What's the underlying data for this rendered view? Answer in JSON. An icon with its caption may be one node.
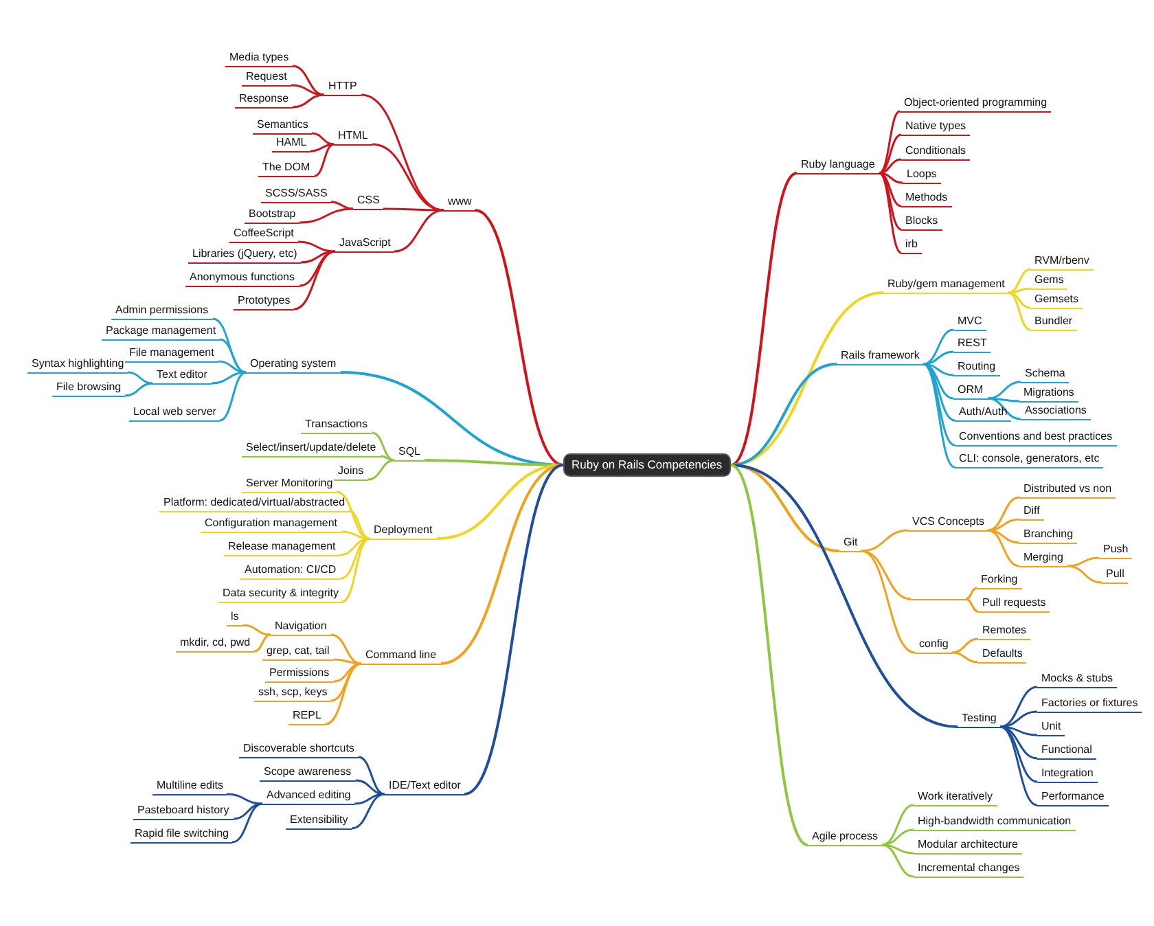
{
  "diagram": {
    "nodes": [
      {
        "text": [
          "Ruby on Rails Competencies"
        ]
      },
      {
        "text": [
          "www"
        ]
      },
      {
        "text": [
          "HTTP"
        ]
      },
      {
        "text": [
          "Media types"
        ]
      },
      {
        "text": [
          "Request"
        ]
      },
      {
        "text": [
          "Response"
        ]
      },
      {
        "text": [
          "HTML"
        ]
      },
      {
        "text": [
          "Semantics"
        ]
      },
      {
        "text": [
          "HAML"
        ]
      },
      {
        "text": [
          "The DOM"
        ]
      },
      {
        "text": [
          "CSS"
        ]
      },
      {
        "text": [
          "SCSS/SASS"
        ]
      },
      {
        "text": [
          "Bootstrap"
        ]
      },
      {
        "text": [
          "JavaScript"
        ]
      },
      {
        "text": [
          "CoffeeScript"
        ]
      },
      {
        "text": [
          "Libraries (jQuery, etc)"
        ]
      },
      {
        "text": [
          "Anonymous functions"
        ]
      },
      {
        "text": [
          "Prototypes"
        ]
      },
      {
        "text": [
          "Operating system"
        ]
      },
      {
        "text": [
          "Admin permissions"
        ]
      },
      {
        "text": [
          "Package management"
        ]
      },
      {
        "text": [
          "File management"
        ]
      },
      {
        "text": [
          "Text editor"
        ]
      },
      {
        "text": [
          "Syntax highlighting"
        ]
      },
      {
        "text": [
          "File browsing"
        ]
      },
      {
        "text": [
          "Local web server"
        ]
      },
      {
        "text": [
          "SQL"
        ]
      },
      {
        "text": [
          "Transactions"
        ]
      },
      {
        "text": [
          "Select/insert/update/delete"
        ]
      },
      {
        "text": [
          "Joins"
        ]
      },
      {
        "text": [
          "Deployment"
        ]
      },
      {
        "text": [
          "Server Monitoring"
        ]
      },
      {
        "text": [
          "Platform: dedicated/virtual/abstracted"
        ]
      },
      {
        "text": [
          "Configuration management"
        ]
      },
      {
        "text": [
          "Release management"
        ]
      },
      {
        "text": [
          "Automation: CI/CD"
        ]
      },
      {
        "text": [
          "Data security & integrity"
        ]
      },
      {
        "text": [
          "Command line"
        ]
      },
      {
        "text": [
          "Navigation"
        ]
      },
      {
        "text": [
          "ls"
        ]
      },
      {
        "text": [
          "mkdir, cd, pwd"
        ]
      },
      {
        "text": [
          "grep, cat, tail"
        ]
      },
      {
        "text": [
          "Permissions"
        ]
      },
      {
        "text": [
          "ssh, scp, keys"
        ]
      },
      {
        "text": [
          "REPL"
        ]
      },
      {
        "text": [
          "IDE/Text editor"
        ]
      },
      {
        "text": [
          "Discoverable shortcuts"
        ]
      },
      {
        "text": [
          "Scope awareness"
        ]
      },
      {
        "text": [
          "Advanced editing"
        ]
      },
      {
        "text": [
          "Multiline edits"
        ]
      },
      {
        "text": [
          "Pasteboard history"
        ]
      },
      {
        "text": [
          "Rapid file switching"
        ]
      },
      {
        "text": [
          "Extensibility"
        ]
      },
      {
        "text": [
          "Ruby language"
        ]
      },
      {
        "text": [
          "Object-oriented programming"
        ]
      },
      {
        "text": [
          "Native types"
        ]
      },
      {
        "text": [
          "Conditionals"
        ]
      },
      {
        "text": [
          "Loops"
        ]
      },
      {
        "text": [
          "Methods"
        ]
      },
      {
        "text": [
          "Blocks"
        ]
      },
      {
        "text": [
          "irb"
        ]
      },
      {
        "text": [
          "Ruby/gem management"
        ]
      },
      {
        "text": [
          "RVM/rbenv"
        ]
      },
      {
        "text": [
          "Gems"
        ]
      },
      {
        "text": [
          "Gemsets"
        ]
      },
      {
        "text": [
          "Bundler"
        ]
      },
      {
        "text": [
          "Rails framework"
        ]
      },
      {
        "text": [
          "MVC"
        ]
      },
      {
        "text": [
          "REST"
        ]
      },
      {
        "text": [
          "Routing"
        ]
      },
      {
        "text": [
          "ORM"
        ]
      },
      {
        "text": [
          "Schema"
        ]
      },
      {
        "text": [
          "Migrations"
        ]
      },
      {
        "text": [
          "Associations"
        ]
      },
      {
        "text": [
          "Auth/Auth"
        ]
      },
      {
        "text": [
          "Conventions and best practices"
        ]
      },
      {
        "text": [
          "CLI: console, generators, etc"
        ]
      },
      {
        "text": [
          "Git"
        ]
      },
      {
        "text": [
          "VCS Concepts"
        ]
      },
      {
        "text": [
          "Distributed vs non"
        ]
      },
      {
        "text": [
          "Diff"
        ]
      },
      {
        "text": [
          "Branching"
        ]
      },
      {
        "text": [
          "Merging"
        ]
      },
      {
        "text": [
          "Push"
        ]
      },
      {
        "text": [
          "Pull"
        ]
      },
      {
        "text": [],
        "shape": "line"
      },
      {
        "text": [
          "Forking"
        ]
      },
      {
        "text": [
          "Pull requests"
        ]
      },
      {
        "text": [
          "config"
        ]
      },
      {
        "text": [
          "Remotes"
        ]
      },
      {
        "text": [
          "Defaults"
        ]
      },
      {
        "text": [
          "Testing"
        ]
      },
      {
        "text": [
          "Mocks & stubs"
        ]
      },
      {
        "text": [
          "Factories or fixtures"
        ]
      },
      {
        "text": [
          "Unit"
        ]
      },
      {
        "text": [
          "Functional"
        ]
      },
      {
        "text": [
          "Integration"
        ]
      },
      {
        "text": [
          "Performance"
        ]
      },
      {
        "text": [
          "Agile process"
        ]
      },
      {
        "text": [
          "Work iteratively"
        ]
      },
      {
        "text": [
          "High-bandwidth communication"
        ]
      },
      {
        "text": [
          "Modular architecture"
        ]
      },
      {
        "text": [
          "Incremental changes"
        ]
      }
    ],
    "edges": [
      {
        "from": 0,
        "to": 1,
        "arrow": "none",
        "color": "#d0121a"
      },
      {
        "from": 1,
        "to": 2,
        "arrow": "none",
        "color": "#d0121a"
      },
      {
        "from": 2,
        "to": 3,
        "arrow": "none",
        "color": "#d0121a"
      },
      {
        "from": 2,
        "to": 4,
        "arrow": "none",
        "color": "#d0121a"
      },
      {
        "from": 2,
        "to": 5,
        "arrow": "none",
        "color": "#d0121a"
      },
      {
        "from": 1,
        "to": 6,
        "arrow": "none",
        "color": "#d0121a"
      },
      {
        "from": 6,
        "to": 7,
        "arrow": "none",
        "color": "#d0121a"
      },
      {
        "from": 6,
        "to": 8,
        "arrow": "none",
        "color": "#d0121a"
      },
      {
        "from": 6,
        "to": 9,
        "arrow": "none",
        "color": "#d0121a"
      },
      {
        "from": 1,
        "to": 10,
        "arrow": "none",
        "color": "#d0121a"
      },
      {
        "from": 10,
        "to": 11,
        "arrow": "none",
        "color": "#d0121a"
      },
      {
        "from": 10,
        "to": 12,
        "arrow": "none",
        "color": "#d0121a"
      },
      {
        "from": 1,
        "to": 13,
        "arrow": "none",
        "color": "#d0121a"
      },
      {
        "from": 13,
        "to": 14,
        "arrow": "none",
        "color": "#d0121a"
      },
      {
        "from": 13,
        "to": 15,
        "arrow": "none",
        "color": "#d0121a"
      },
      {
        "from": 13,
        "to": 16,
        "arrow": "none",
        "color": "#d0121a"
      },
      {
        "from": 13,
        "to": 17,
        "arrow": "none",
        "color": "#d0121a"
      },
      {
        "from": 0,
        "to": 18,
        "arrow": "none",
        "color": "#1fa3d4"
      },
      {
        "from": 18,
        "to": 19,
        "arrow": "none",
        "color": "#1fa3d4"
      },
      {
        "from": 18,
        "to": 20,
        "arrow": "none",
        "color": "#1fa3d4"
      },
      {
        "from": 18,
        "to": 21,
        "arrow": "none",
        "color": "#1fa3d4"
      },
      {
        "from": 18,
        "to": 22,
        "arrow": "none",
        "color": "#1fa3d4"
      },
      {
        "from": 22,
        "to": 23,
        "arrow": "none",
        "color": "#1fa3d4"
      },
      {
        "from": 22,
        "to": 24,
        "arrow": "none",
        "color": "#1fa3d4"
      },
      {
        "from": 18,
        "to": 25,
        "arrow": "none",
        "color": "#1fa3d4"
      },
      {
        "from": 0,
        "to": 26,
        "arrow": "none",
        "color": "#8dc63f"
      },
      {
        "from": 26,
        "to": 27,
        "arrow": "none",
        "color": "#8dc63f"
      },
      {
        "from": 26,
        "to": 28,
        "arrow": "none",
        "color": "#8dc63f"
      },
      {
        "from": 26,
        "to": 29,
        "arrow": "none",
        "color": "#8dc63f"
      },
      {
        "from": 0,
        "to": 30,
        "arrow": "none",
        "color": "#f0d51c"
      },
      {
        "from": 30,
        "to": 31,
        "arrow": "none",
        "color": "#f0d51c"
      },
      {
        "from": 30,
        "to": 32,
        "arrow": "none",
        "color": "#f0d51c"
      },
      {
        "from": 30,
        "to": 33,
        "arrow": "none",
        "color": "#f0d51c"
      },
      {
        "from": 30,
        "to": 34,
        "arrow": "none",
        "color": "#f0d51c"
      },
      {
        "from": 30,
        "to": 35,
        "arrow": "none",
        "color": "#f0d51c"
      },
      {
        "from": 30,
        "to": 36,
        "arrow": "none",
        "color": "#f0d51c"
      },
      {
        "from": 0,
        "to": 37,
        "arrow": "none",
        "color": "#f6a01a"
      },
      {
        "from": 37,
        "to": 38,
        "arrow": "none",
        "color": "#f6a01a"
      },
      {
        "from": 38,
        "to": 39,
        "arrow": "none",
        "color": "#f6a01a"
      },
      {
        "from": 38,
        "to": 40,
        "arrow": "none",
        "color": "#f6a01a"
      },
      {
        "from": 37,
        "to": 41,
        "arrow": "none",
        "color": "#f6a01a"
      },
      {
        "from": 37,
        "to": 42,
        "arrow": "none",
        "color": "#f6a01a"
      },
      {
        "from": 37,
        "to": 43,
        "arrow": "none",
        "color": "#f6a01a"
      },
      {
        "from": 37,
        "to": 44,
        "arrow": "none",
        "color": "#f6a01a"
      },
      {
        "from": 0,
        "to": 45,
        "arrow": "none",
        "color": "#1d4f9c"
      },
      {
        "from": 45,
        "to": 46,
        "arrow": "none",
        "color": "#1d4f9c"
      },
      {
        "from": 45,
        "to": 47,
        "arrow": "none",
        "color": "#1d4f9c"
      },
      {
        "from": 45,
        "to": 48,
        "arrow": "none",
        "color": "#1d4f9c"
      },
      {
        "from": 48,
        "to": 49,
        "arrow": "none",
        "color": "#1d4f9c"
      },
      {
        "from": 48,
        "to": 50,
        "arrow": "none",
        "color": "#1d4f9c"
      },
      {
        "from": 48,
        "to": 51,
        "arrow": "none",
        "color": "#1d4f9c"
      },
      {
        "from": 45,
        "to": 52,
        "arrow": "none",
        "color": "#1d4f9c"
      },
      {
        "from": 0,
        "to": 53,
        "arrow": "none",
        "color": "#d0121a"
      },
      {
        "from": 53,
        "to": 54,
        "arrow": "none",
        "color": "#d0121a"
      },
      {
        "from": 53,
        "to": 55,
        "arrow": "none",
        "color": "#d0121a"
      },
      {
        "from": 53,
        "to": 56,
        "arrow": "none",
        "color": "#d0121a"
      },
      {
        "from": 53,
        "to": 57,
        "arrow": "none",
        "color": "#d0121a"
      },
      {
        "from": 53,
        "to": 58,
        "arrow": "none",
        "color": "#d0121a"
      },
      {
        "from": 53,
        "to": 59,
        "arrow": "none",
        "color": "#d0121a"
      },
      {
        "from": 53,
        "to": 60,
        "arrow": "none",
        "color": "#d0121a"
      },
      {
        "from": 0,
        "to": 61,
        "arrow": "none",
        "color": "#f0d51c"
      },
      {
        "from": 61,
        "to": 62,
        "arrow": "none",
        "color": "#f0d51c"
      },
      {
        "from": 61,
        "to": 63,
        "arrow": "none",
        "color": "#f0d51c"
      },
      {
        "from": 61,
        "to": 64,
        "arrow": "none",
        "color": "#f0d51c"
      },
      {
        "from": 61,
        "to": 65,
        "arrow": "none",
        "color": "#f0d51c"
      },
      {
        "from": 0,
        "to": 66,
        "arrow": "none",
        "color": "#1fa3d4"
      },
      {
        "from": 66,
        "to": 67,
        "arrow": "none",
        "color": "#1fa3d4"
      },
      {
        "from": 66,
        "to": 68,
        "arrow": "none",
        "color": "#1fa3d4"
      },
      {
        "from": 66,
        "to": 69,
        "arrow": "none",
        "color": "#1fa3d4"
      },
      {
        "from": 66,
        "to": 70,
        "arrow": "none",
        "color": "#1fa3d4"
      },
      {
        "from": 70,
        "to": 71,
        "arrow": "none",
        "color": "#1fa3d4"
      },
      {
        "from": 70,
        "to": 72,
        "arrow": "none",
        "color": "#1fa3d4"
      },
      {
        "from": 70,
        "to": 73,
        "arrow": "none",
        "color": "#1fa3d4"
      },
      {
        "from": 66,
        "to": 74,
        "arrow": "none",
        "color": "#1fa3d4"
      },
      {
        "from": 66,
        "to": 75,
        "arrow": "none",
        "color": "#1fa3d4"
      },
      {
        "from": 66,
        "to": 76,
        "arrow": "none",
        "color": "#1fa3d4"
      },
      {
        "from": 0,
        "to": 77,
        "arrow": "none",
        "color": "#f6a01a"
      },
      {
        "from": 77,
        "to": 78,
        "arrow": "none",
        "color": "#f6a01a"
      },
      {
        "from": 78,
        "to": 79,
        "arrow": "none",
        "color": "#f6a01a"
      },
      {
        "from": 78,
        "to": 80,
        "arrow": "none",
        "color": "#f6a01a"
      },
      {
        "from": 78,
        "to": 81,
        "arrow": "none",
        "color": "#f6a01a"
      },
      {
        "from": 78,
        "to": 82,
        "arrow": "none",
        "color": "#f6a01a"
      },
      {
        "from": 82,
        "to": 83,
        "arrow": "none",
        "color": "#f6a01a"
      },
      {
        "from": 82,
        "to": 84,
        "arrow": "none",
        "color": "#f6a01a"
      },
      {
        "from": 77,
        "to": 85,
        "arrow": "none",
        "color": "#f6a01a"
      },
      {
        "from": 85,
        "to": 86,
        "arrow": "none",
        "color": "#f6a01a"
      },
      {
        "from": 85,
        "to": 87,
        "arrow": "none",
        "color": "#f6a01a"
      },
      {
        "from": 77,
        "to": 88,
        "arrow": "none",
        "color": "#f6a01a"
      },
      {
        "from": 88,
        "to": 89,
        "arrow": "none",
        "color": "#f6a01a"
      },
      {
        "from": 88,
        "to": 90,
        "arrow": "none",
        "color": "#f6a01a"
      },
      {
        "from": 0,
        "to": 91,
        "arrow": "none",
        "color": "#1d4f9c"
      },
      {
        "from": 91,
        "to": 92,
        "arrow": "none",
        "color": "#1d4f9c"
      },
      {
        "from": 91,
        "to": 93,
        "arrow": "none",
        "color": "#1d4f9c"
      },
      {
        "from": 91,
        "to": 94,
        "arrow": "none",
        "color": "#1d4f9c"
      },
      {
        "from": 91,
        "to": 95,
        "arrow": "none",
        "color": "#1d4f9c"
      },
      {
        "from": 91,
        "to": 96,
        "arrow": "none",
        "color": "#1d4f9c"
      },
      {
        "from": 91,
        "to": 97,
        "arrow": "none",
        "color": "#1d4f9c"
      },
      {
        "from": 0,
        "to": 98,
        "arrow": "none",
        "color": "#8dc63f"
      },
      {
        "from": 98,
        "to": 99,
        "arrow": "none",
        "color": "#8dc63f"
      },
      {
        "from": 98,
        "to": 100,
        "arrow": "none",
        "color": "#8dc63f"
      },
      {
        "from": 98,
        "to": 101,
        "arrow": "none",
        "color": "#8dc63f"
      },
      {
        "from": 98,
        "to": 102,
        "arrow": "none",
        "color": "#8dc63f"
      }
    ]
  }
}
